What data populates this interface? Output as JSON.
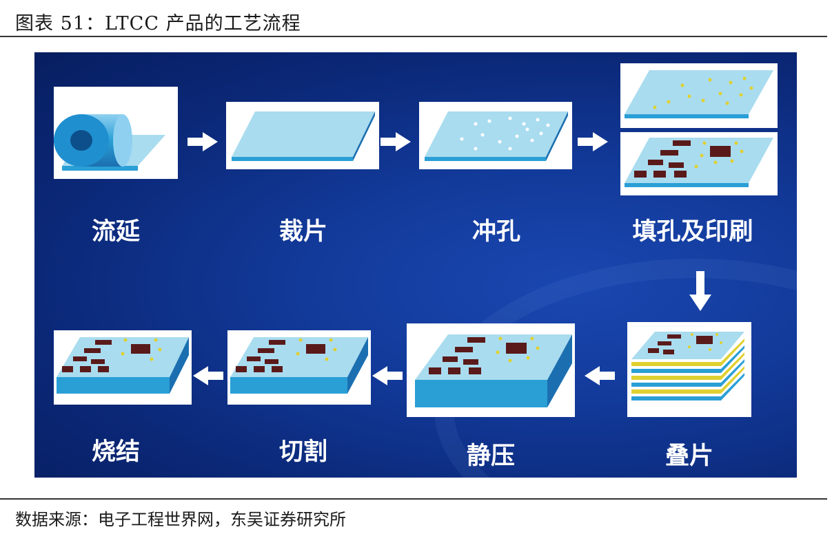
{
  "header": {
    "title": "图表 51：LTCC 产品的工艺流程"
  },
  "footer": {
    "source": "数据来源：电子工程世界网，东吴证券研究所"
  },
  "steps": [
    {
      "label": "流延"
    },
    {
      "label": "裁片"
    },
    {
      "label": "冲孔"
    },
    {
      "label": "填孔及印刷"
    },
    {
      "label": "叠片"
    },
    {
      "label": "静压"
    },
    {
      "label": "切割"
    },
    {
      "label": "烧结"
    }
  ],
  "colors": {
    "background": "#0b2878",
    "sheet_top": "#a9dcef",
    "sheet_side": "#2a9fd6",
    "pad": "#5a1a1a",
    "via": "#f0e040",
    "arrow": "#ffffff"
  }
}
